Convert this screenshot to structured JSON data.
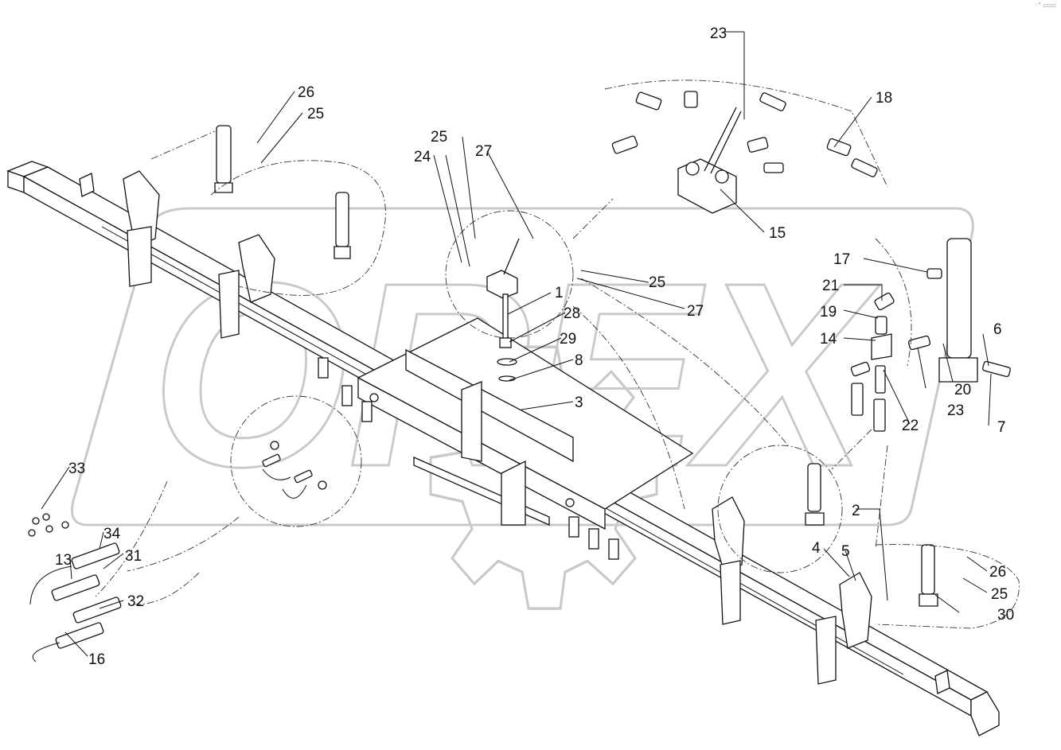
{
  "watermark": {
    "text": "OREX",
    "color": "#c9c9c9"
  },
  "corner_mark": "◦° ▫▫▫",
  "callouts": [
    {
      "id": "c1",
      "text": "1"
    },
    {
      "id": "c2",
      "text": "2"
    },
    {
      "id": "c3",
      "text": "3"
    },
    {
      "id": "c4",
      "text": "4"
    },
    {
      "id": "c5",
      "text": "5"
    },
    {
      "id": "c6",
      "text": "6"
    },
    {
      "id": "c7",
      "text": "7"
    },
    {
      "id": "c8",
      "text": "8"
    },
    {
      "id": "c13",
      "text": "13"
    },
    {
      "id": "c14",
      "text": "14"
    },
    {
      "id": "c15",
      "text": "15"
    },
    {
      "id": "c16",
      "text": "16"
    },
    {
      "id": "c17",
      "text": "17"
    },
    {
      "id": "c18",
      "text": "18"
    },
    {
      "id": "c19",
      "text": "19"
    },
    {
      "id": "c20",
      "text": "20"
    },
    {
      "id": "c21",
      "text": "21"
    },
    {
      "id": "c22",
      "text": "22"
    },
    {
      "id": "c23a",
      "text": "23"
    },
    {
      "id": "c23b",
      "text": "23"
    },
    {
      "id": "c24",
      "text": "24"
    },
    {
      "id": "c25a",
      "text": "25"
    },
    {
      "id": "c25b",
      "text": "25"
    },
    {
      "id": "c25c",
      "text": "25"
    },
    {
      "id": "c25d",
      "text": "25"
    },
    {
      "id": "c26a",
      "text": "26"
    },
    {
      "id": "c26b",
      "text": "26"
    },
    {
      "id": "c27a",
      "text": "27"
    },
    {
      "id": "c27b",
      "text": "27"
    },
    {
      "id": "c28",
      "text": "28"
    },
    {
      "id": "c29",
      "text": "29"
    },
    {
      "id": "c30",
      "text": "30"
    },
    {
      "id": "c31",
      "text": "31"
    },
    {
      "id": "c32",
      "text": "32"
    },
    {
      "id": "c33",
      "text": "33"
    },
    {
      "id": "c34",
      "text": "34"
    }
  ]
}
